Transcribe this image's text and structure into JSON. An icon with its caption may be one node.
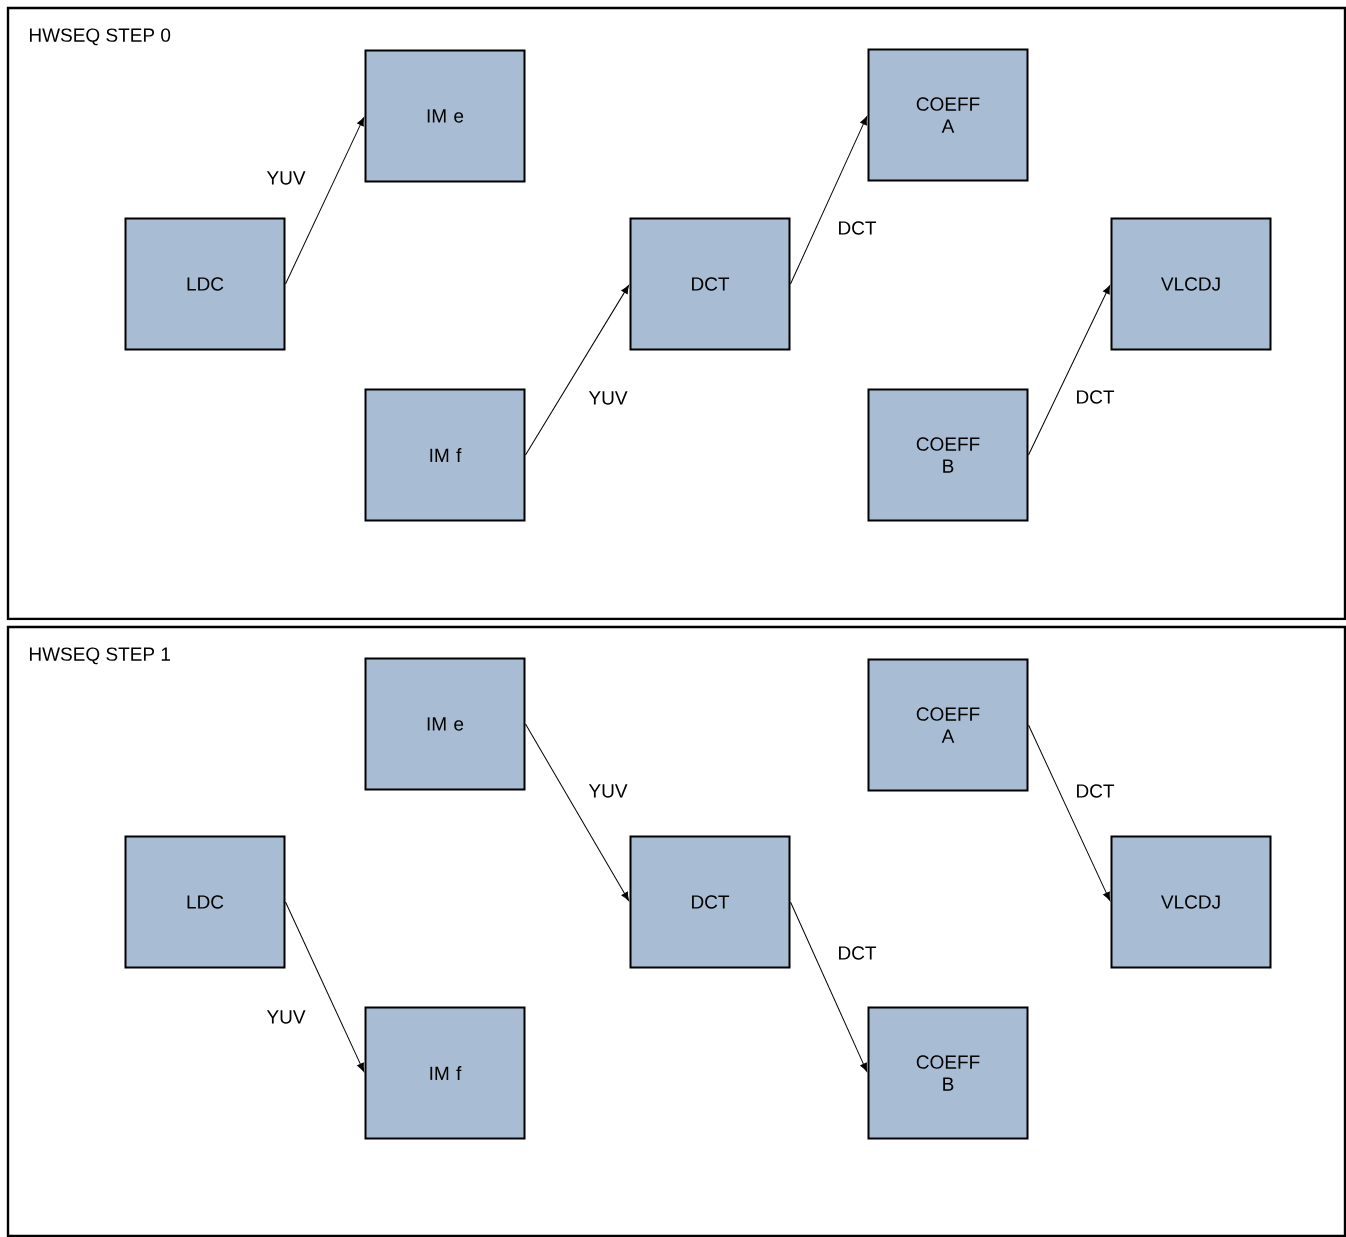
{
  "diagram": {
    "nodes": [
      {
        "text": [
          "HWSEQ STEP 0"
        ]
      },
      {
        "text": [
          "LDC"
        ],
        "in": 0
      },
      {
        "text": [
          "IM e"
        ],
        "in": 0
      },
      {
        "text": [
          "IM f"
        ],
        "in": 0
      },
      {
        "text": [
          "DCT"
        ],
        "in": 0
      },
      {
        "text": [
          "COEFF A"
        ],
        "in": 0
      },
      {
        "text": [
          "COEFF B"
        ],
        "in": 0
      },
      {
        "text": [
          "VLCDJ"
        ],
        "in": 0
      },
      {
        "text": [
          "HWSEQ STEP 1"
        ]
      },
      {
        "text": [
          "LDC"
        ],
        "in": 8
      },
      {
        "text": [
          "IM e"
        ],
        "in": 8
      },
      {
        "text": [
          "IM f"
        ],
        "in": 8
      },
      {
        "text": [
          "DCT"
        ],
        "in": 8
      },
      {
        "text": [
          "COEFF A"
        ],
        "in": 8
      },
      {
        "text": [
          "COEFF B"
        ],
        "in": 8
      },
      {
        "text": [
          "VLCDJ"
        ],
        "in": 8
      }
    ],
    "edges": [
      {
        "from": 1,
        "to": 2,
        "arrow": "to",
        "label": "YUV"
      },
      {
        "from": 3,
        "to": 4,
        "arrow": "to",
        "label": "YUV"
      },
      {
        "from": 4,
        "to": 5,
        "arrow": "to",
        "label": "DCT"
      },
      {
        "from": 6,
        "to": 7,
        "arrow": "to",
        "label": "DCT"
      },
      {
        "from": 10,
        "to": 12,
        "arrow": "to",
        "label": "YUV"
      },
      {
        "from": 9,
        "to": 11,
        "arrow": "to",
        "label": "YUV"
      },
      {
        "from": 13,
        "to": 15,
        "arrow": "to",
        "label": "DCT"
      },
      {
        "from": 12,
        "to": 14,
        "arrow": "to",
        "label": "DCT"
      }
    ]
  }
}
